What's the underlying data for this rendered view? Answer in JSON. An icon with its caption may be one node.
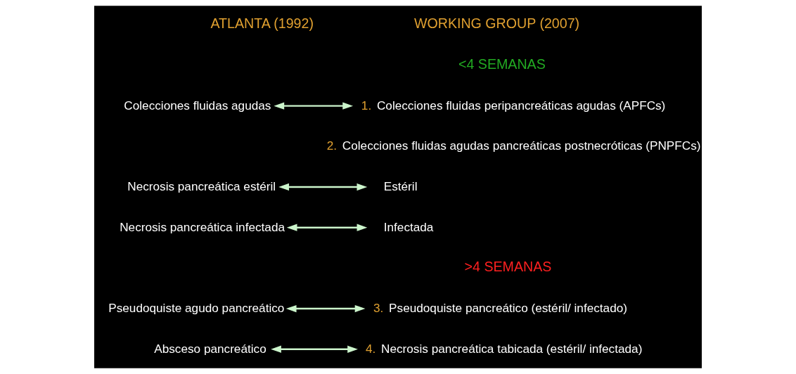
{
  "diagram": {
    "nodes": [
      {
        "text": [
          "Colecciones fluidas agudas"
        ]
      },
      {
        "text": [
          "Necrosis pancreática estéril"
        ]
      },
      {
        "text": [
          "Necrosis pancreática infectada"
        ]
      },
      {
        "text": [
          "Pseudoquiste agudo pancreático"
        ]
      },
      {
        "text": [
          "Absceso pancreático"
        ]
      },
      {
        "text": [
          "1.",
          "Colecciones fluidas peripancreáticas agudas (APFCs)"
        ]
      },
      {
        "text": [
          "2.",
          "Colecciones fluidas agudas pancreáticas postnecróticas (PNPFCs)"
        ]
      },
      {
        "text": [
          "Estéril"
        ]
      },
      {
        "text": [
          "Infectada"
        ]
      },
      {
        "text": [
          "3.",
          "Pseudoquiste pancreático (estéril/ infectado)"
        ]
      },
      {
        "text": [
          "4.",
          "Necrosis pancreática tabicada (estéril/ infectada)"
        ]
      }
    ],
    "edges": [
      {
        "from": 0,
        "to": 5,
        "arrow": "both"
      },
      {
        "from": 1,
        "to": 7,
        "arrow": "both"
      },
      {
        "from": 2,
        "to": 8,
        "arrow": "both"
      },
      {
        "from": 3,
        "to": 9,
        "arrow": "both"
      },
      {
        "from": 4,
        "to": 10,
        "arrow": "both"
      }
    ],
    "labels": [
      "ATLANTA (1992)",
      "WORKING GROUP (2007)",
      "<4 SEMANAS",
      ">4 SEMANAS"
    ]
  }
}
